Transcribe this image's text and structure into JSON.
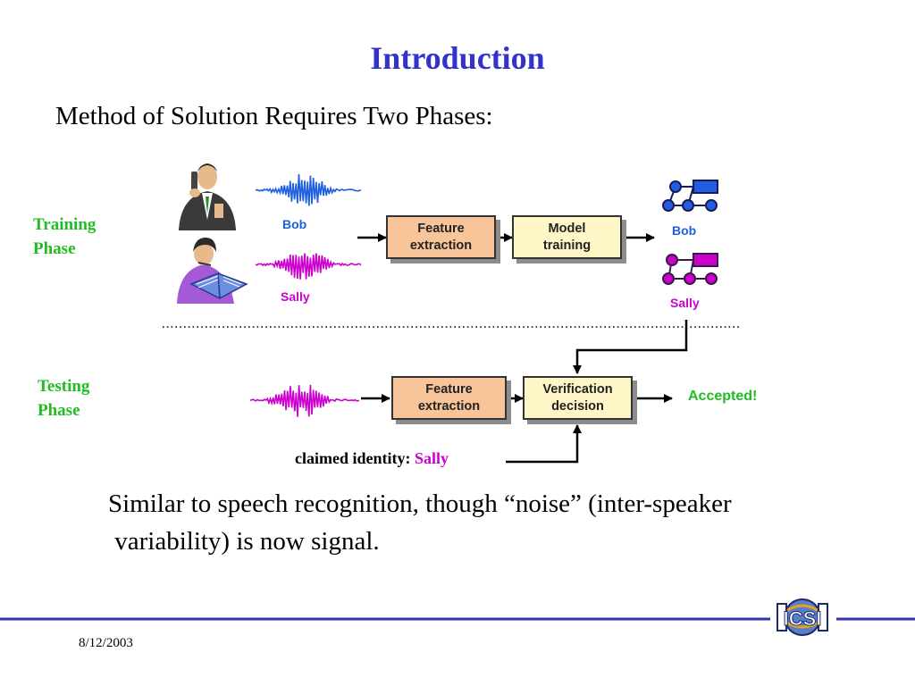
{
  "slide": {
    "title": "Introduction",
    "subtitle": "Method of Solution Requires Two Phases:",
    "date": "8/12/2003",
    "logo_text": "ICSI"
  },
  "training": {
    "label_line1": "Training",
    "label_line2": "Phase",
    "speakers": [
      {
        "name": "Bob",
        "color": "#1f5fe0"
      },
      {
        "name": "Sally",
        "color": "#cc00cc"
      }
    ],
    "feature_box": {
      "line1": "Feature",
      "line2": "extraction"
    },
    "model_box": {
      "line1": "Model",
      "line2": "training"
    },
    "models": [
      {
        "name": "Bob",
        "color": "#1f5fe0"
      },
      {
        "name": "Sally",
        "color": "#cc00cc"
      }
    ]
  },
  "testing": {
    "label_line1": "Testing",
    "label_line2": "Phase",
    "feature_box": {
      "line1": "Feature",
      "line2": "extraction"
    },
    "verification_box": {
      "line1": "Verification",
      "line2": "decision"
    },
    "result": "Accepted!",
    "claimed_prefix": "claimed identity:",
    "claimed_name": "Sally"
  },
  "bottom_text": {
    "line1": "Similar to speech recognition, though “noise” (inter-speaker",
    "line2": " variability) is now signal."
  },
  "colors": {
    "title": "#3333cc",
    "phase_label": "#22bb22",
    "bob": "#1f5fe0",
    "sally": "#cc00cc",
    "feature_box": "#f8c49a",
    "model_box": "#fff6c8",
    "footer_line": "#3333aa"
  }
}
